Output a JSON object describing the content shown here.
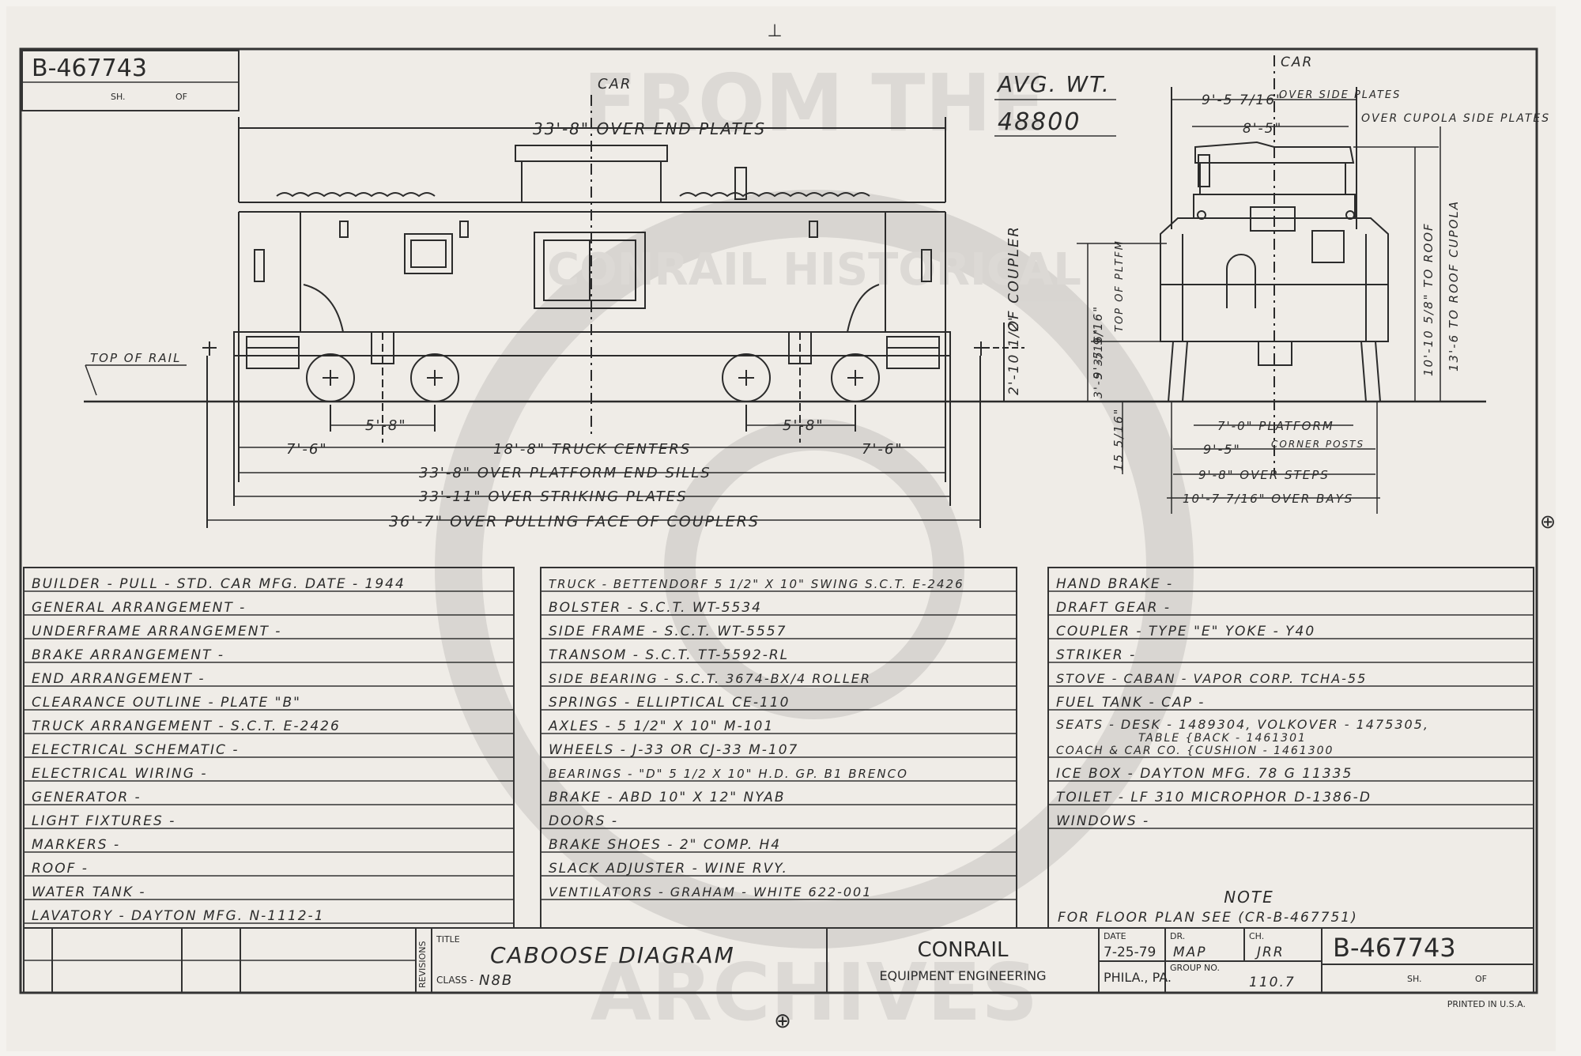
{
  "drawing_number": "B-467743",
  "sheet_label": "SH.",
  "of_label": "OF",
  "avg_wt_label": "AVG. WT.",
  "avg_wt_value": "48800",
  "centerline_car": "CAR",
  "side_view": {
    "over_end_plates": "33'-8\" OVER END PLATES",
    "top_of_rail": "TOP OF RAIL",
    "coupler_height": "2'-10 1/2\"",
    "coupler_label": "OF COUPLER",
    "wheelbase_left": "5'-8\"",
    "wheelbase_right": "5'-8\"",
    "end_left": "7'-6\"",
    "end_right": "7'-6\"",
    "truck_centers": "18'-8\" TRUCK CENTERS",
    "over_end_sills": "33'-8\" OVER PLATFORM END SILLS",
    "over_striking": "33'-11\" OVER STRIKING PLATES",
    "over_couplers": "36'-7\" OVER PULLING FACE OF COUPLERS"
  },
  "end_view": {
    "over_side_plates_dim": "9'-5 7/16\"",
    "over_side_plates_label": "OVER SIDE PLATES",
    "cupola_dim": "8'-5\"",
    "cupola_label": "OVER CUPOLA SIDE PLATES",
    "top_platform_dim": "9'-5 9/16\"",
    "top_platform_label": "TOP OF PLTFM",
    "step_dim": "3'-5 3/16\"",
    "bottom_dim": "15 5/16\"",
    "to_roof": "10'-10 5/8\" TO ROOF",
    "to_roof_cupola": "13'-6 TO ROOF CUPOLA",
    "platform": "7'-0\" PLATFORM",
    "corner_posts_dim": "9'-5\"",
    "corner_posts_label": "CORNER POSTS",
    "over_steps": "9'-8\" OVER STEPS",
    "over_bays": "10'-7 7/16\" OVER BAYS"
  },
  "spec_col1": [
    "BUILDER - PULL - STD. CAR MFG. DATE - 1944",
    "GENERAL ARRANGEMENT -",
    "UNDERFRAME ARRANGEMENT -",
    "BRAKE ARRANGEMENT -",
    "END ARRANGEMENT -",
    "CLEARANCE OUTLINE - PLATE \"B\"",
    "TRUCK ARRANGEMENT - S.C.T. E-2426",
    "ELECTRICAL SCHEMATIC -",
    "ELECTRICAL WIRING -",
    "GENERATOR -",
    "LIGHT FIXTURES -",
    "MARKERS -",
    "ROOF -",
    "WATER TANK -",
    "LAVATORY - DAYTON MFG. N-1112-1"
  ],
  "spec_col2": [
    "TRUCK - BETTENDORF 5 1/2\" X 10\" SWING S.C.T. E-2426",
    "BOLSTER -   S.C.T.   WT-5534",
    "SIDE FRAME -   S.C.T.   WT-5557",
    "TRANSOM -   S.C.T.   TT-5592-RL",
    "SIDE BEARING - S.C.T. 3674-BX/4 ROLLER",
    "SPRINGS -   ELLIPTICAL   CE-110",
    "AXLES -   5 1/2\" X 10\"   M-101",
    "WHEELS - J-33 OR CJ-33   M-107",
    "BEARINGS - \"D\" 5 1/2 X 10\" H.D. GP. B1 BRENCO",
    "BRAKE -   ABD   10\" X 12\"   NYAB",
    "DOORS -",
    "BRAKE SHOES - 2\" COMP. H4",
    "SLACK ADJUSTER - WINE RVY.",
    "VENTILATORS - GRAHAM - WHITE   622-001"
  ],
  "spec_col3": [
    "HAND BRAKE -",
    "DRAFT GEAR -",
    "COUPLER - TYPE \"E\"      YOKE - Y40",
    "STRIKER -",
    "STOVE - CABAN - VAPOR CORP. TCHA-55",
    "FUEL TANK -                 CAP -",
    "SEATS - DESK - 1489304, VOLKOVER - 1475305,",
    "TABLE {BACK - 1461301",
    "COACH & CAR CO.  {CUSHION - 1461300",
    "ICE BOX - DAYTON MFG.  78 G 11335",
    "TOILET - LF 310  MICROPHOR D-1386-D",
    "WINDOWS -"
  ],
  "note_title": "NOTE",
  "note_text": "FOR FLOOR PLAN SEE (CR-B-467751)",
  "title_block": {
    "revisions_label": "REVISIONS",
    "title_label": "TITLE",
    "title": "CABOOSE DIAGRAM",
    "class_label": "CLASS -",
    "class_value": "N8B",
    "company": "CONRAIL",
    "department": "EQUIPMENT ENGINEERING",
    "date_label": "DATE",
    "date_value": "7-25-79",
    "dr_label": "DR.",
    "dr_value": "MAP",
    "ch_label": "CH.",
    "ch_value": "JRR",
    "location": "PHILA., PA.",
    "group_label": "GROUP NO.",
    "group_value": "110.7",
    "drawing_number": "B-467743",
    "sheet_label": "SH.",
    "of_label": "OF"
  },
  "printed_in": "PRINTED IN U.S.A.",
  "watermark_top": "FROM THE",
  "watermark_ring": "CONRAIL HISTORICAL",
  "watermark_bottom": "ARCHIVES"
}
